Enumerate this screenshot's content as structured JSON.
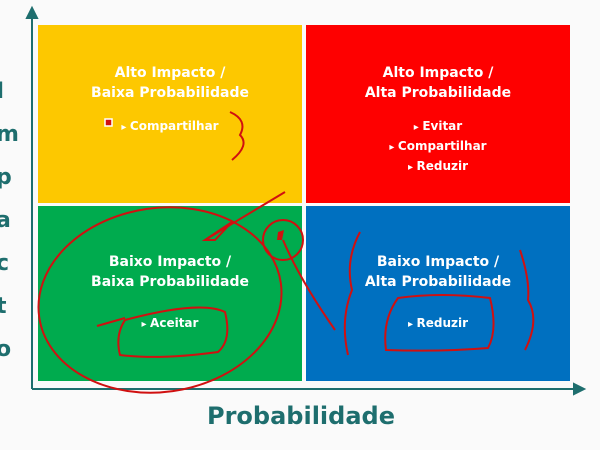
{
  "y_axis_label_visible": [
    "I",
    "m",
    "p",
    "a",
    "c",
    "t",
    "o"
  ],
  "x_axis_label": "Probabilidade",
  "quadrants": {
    "top_left": {
      "title1": "Alto Impacto /",
      "title2": "Baixa Probabilidade",
      "items": [
        "Compartilhar"
      ],
      "color": "#fdc800"
    },
    "top_right": {
      "title1": "Alto Impacto /",
      "title2": "Alta Probabilidade",
      "items": [
        "Evitar",
        "Compartilhar",
        "Reduzir"
      ],
      "color": "#fe0000"
    },
    "bottom_left": {
      "title1": "Baixo Impacto /",
      "title2": "Baixa Probabilidade",
      "items": [
        "Aceitar"
      ],
      "color": "#00ab4e"
    },
    "bottom_right": {
      "title1": "Baixo Impacto /",
      "title2": "Alta Probabilidade",
      "items": [
        "Reduzir"
      ],
      "color": "#0070c0"
    }
  },
  "axis_color": "#1e6e6e",
  "annotation_color": "#d01010"
}
